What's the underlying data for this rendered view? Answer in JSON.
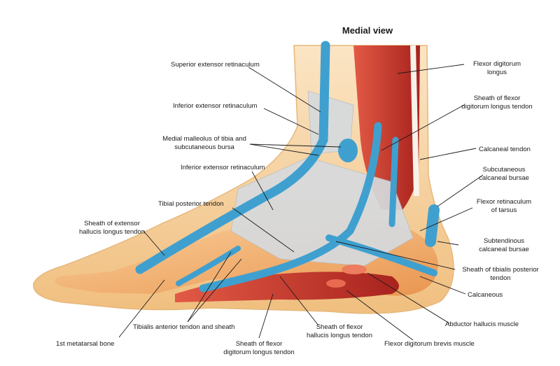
{
  "title": "Medial view",
  "labels": {
    "superior_extensor_retinaculum": "Superior extensor retinaculum",
    "inferior_extensor_retinaculum_top": "Inferior extensor retinaculum",
    "medial_malleolus_l1": "Medial malleolus of tibia and",
    "medial_malleolus_l2": "subcutaneous bursa",
    "inferior_extensor_retinaculum_mid": "Inferior extensor retinaculum",
    "tibial_posterior_tendon": "Tibial posterior tendon",
    "sheath_ext_hallucis_l1": "Sheath of extensor",
    "sheath_ext_hallucis_l2": "hallucis longus tendon",
    "tibialis_anterior": "Tibialis anterior tendon and sheath",
    "first_metatarsal": "1st metatarsal bone",
    "sheath_fdl_bottom_l1": "Sheath of flexor",
    "sheath_fdl_bottom_l2": "digitorum longus tendon",
    "sheath_fhl_l1": "Sheath of flexor",
    "sheath_fhl_l2": "hallucis longus tendon",
    "flexor_digitorum_brevis": "Flexor digitorum brevis muscle",
    "abductor_hallucis": "Abductor hallucis muscle",
    "calcaneous": "Calcaneous",
    "sheath_tibialis_post_l1": "Sheath of tibialis posterior",
    "sheath_tibialis_post_l2": "tendon",
    "subtendinous_l1": "Subtendinous",
    "subtendinous_l2": "calcaneal bursae",
    "flexor_retinaculum_l1": "Flexor retinaculum",
    "flexor_retinaculum_l2": "of tarsus",
    "subcutaneous_l1": "Subcutaneous",
    "subcutaneous_l2": "calcaneal bursae",
    "calcaneal_tendon": "Calcaneal  tendon",
    "sheath_fdl_top_l1": "Sheath of flexor",
    "sheath_fdl_top_l2": "digitorum longus tendon",
    "flexor_digitorum_longus_l1": "Flexor digitorum",
    "flexor_digitorum_longus_l2": "longus"
  },
  "colors": {
    "skin": "#f6d3a3",
    "bone": "#f0a865",
    "muscle": "#c8342b",
    "tendon_sheath": "#3fa0cf",
    "retinaculum": "#d9dde0",
    "leader": "#1a1a1a"
  }
}
